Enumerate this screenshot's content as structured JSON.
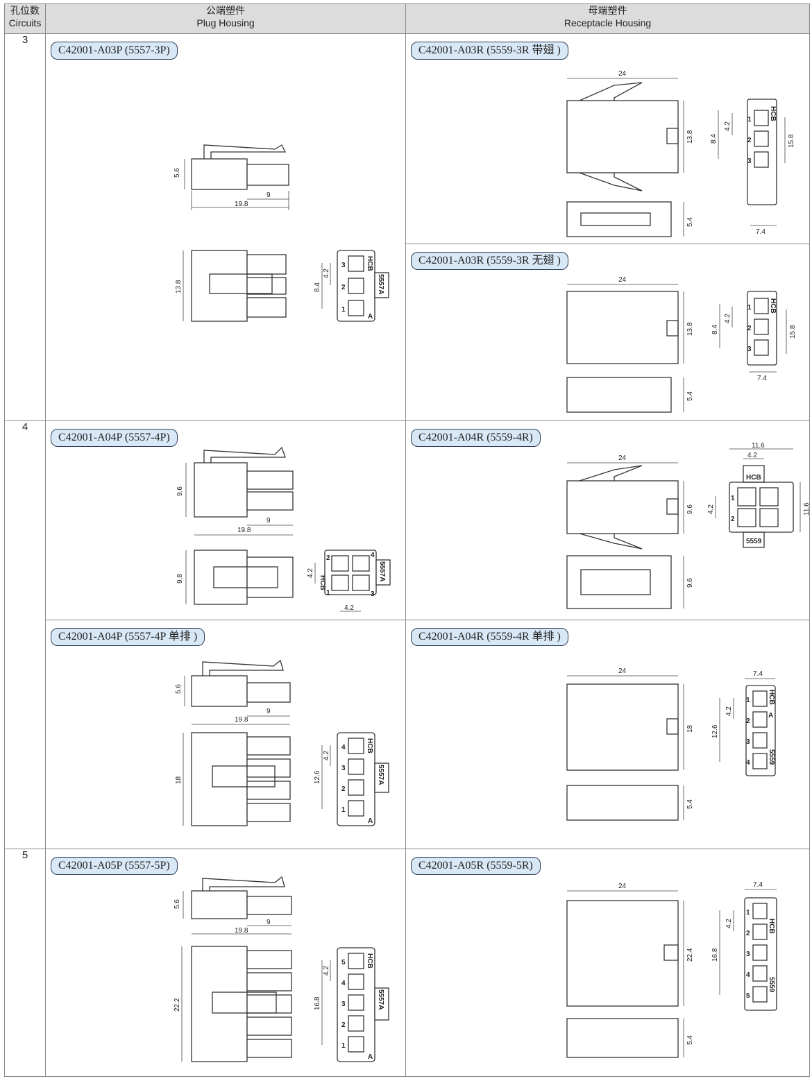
{
  "header": {
    "circuits_cn": "孔位数",
    "circuits_en": "Circuits",
    "plug_cn": "公端塑件",
    "plug_en": "Plug Housing",
    "receptacle_cn": "母端塑件",
    "receptacle_en": "Receptacle Housing"
  },
  "rows": [
    {
      "circuits": "3",
      "plug": {
        "part": "C42001-A03P (5557-3P)",
        "dims": {
          "h": "5.6",
          "mid": "9",
          "len": "19.8",
          "front_h": "13.8",
          "pitch": "4.2",
          "span": "8.4"
        },
        "face_labels": [
          "3",
          "2",
          "1"
        ],
        "face_marks": {
          "brand": "HCB",
          "model": "5557A",
          "corner": "A"
        }
      },
      "receptacles": [
        {
          "part": "C42001-A03R (5559-3R 带翅 )",
          "dims": {
            "len": "24",
            "h": "13.8",
            "side_h": "5.4",
            "pitch": "4.2",
            "span": "8.4",
            "outer_h": "15.8",
            "w": "7.4"
          },
          "face_labels": [
            "1",
            "2",
            "3"
          ],
          "face_marks": {
            "brand": "HCB"
          }
        },
        {
          "part": "C42001-A03R (5559-3R 无翅 )",
          "dims": {
            "len": "24",
            "h": "13.8",
            "side_h": "5.4",
            "pitch": "4.2",
            "span": "8.4",
            "outer_h": "15.8",
            "w": "7.4"
          },
          "face_labels": [
            "1",
            "2",
            "3"
          ],
          "face_marks": {
            "brand": "HCB"
          }
        }
      ]
    },
    {
      "circuits": "4",
      "plug": [
        {
          "part": "C42001-A04P (5557-4P)",
          "dims": {
            "h": "9.6",
            "mid": "9",
            "len": "19.8",
            "front_h": "9.8",
            "pitch": "4.2",
            "width": "4.2"
          },
          "face_labels": [
            "2",
            "1",
            "4",
            "3"
          ],
          "face_marks": {
            "brand": "HCB",
            "model": "5557A"
          }
        },
        {
          "part": "C42001-A04P (5557-4P 单排 )",
          "dims": {
            "h": "5.6",
            "mid": "9",
            "len": "19.8",
            "front_h": "18",
            "pitch": "4.2",
            "span": "12.6"
          },
          "face_labels": [
            "4",
            "3",
            "2",
            "1"
          ],
          "face_marks": {
            "brand": "HCB",
            "model": "5557A",
            "corner": "A"
          }
        }
      ],
      "receptacles": [
        {
          "part": "C42001-A04R (5559-4R)",
          "dims": {
            "len": "24",
            "h": "9.6",
            "side_h": "9.6",
            "pitch": "4.2",
            "outer_w": "11.6",
            "inner_w": "4.2",
            "outer_h": "11.6"
          },
          "face_labels": [
            "1",
            "2"
          ],
          "face_marks": {
            "brand": "HCB",
            "model": "5559"
          }
        },
        {
          "part": "C42001-A04R (5559-4R 单排 )",
          "dims": {
            "len": "24",
            "h": "18",
            "side_h": "5.4",
            "pitch": "4.2",
            "span": "12.6",
            "w": "7.4"
          },
          "face_labels": [
            "1",
            "2",
            "3",
            "4"
          ],
          "face_marks": {
            "brand": "HCB",
            "model": "5559",
            "corner": "A"
          }
        }
      ]
    },
    {
      "circuits": "5",
      "plug": {
        "part": "C42001-A05P (5557-5P)",
        "dims": {
          "h": "5.6",
          "mid": "9",
          "len": "19.8",
          "front_h": "22.2",
          "pitch": "4.2",
          "span": "16.8"
        },
        "face_labels": [
          "5",
          "4",
          "3",
          "2",
          "1"
        ],
        "face_marks": {
          "brand": "HCB",
          "model": "5557A",
          "corner": "A"
        }
      },
      "receptacles": [
        {
          "part": "C42001-A05R (5559-5R)",
          "dims": {
            "len": "24",
            "h": "22.4",
            "side_h": "5.4",
            "pitch": "4.2",
            "span": "16.8",
            "w": "7.4"
          },
          "face_labels": [
            "1",
            "2",
            "3",
            "4",
            "5"
          ],
          "face_marks": {
            "brand": "HCB",
            "model": "5559"
          }
        }
      ]
    }
  ]
}
